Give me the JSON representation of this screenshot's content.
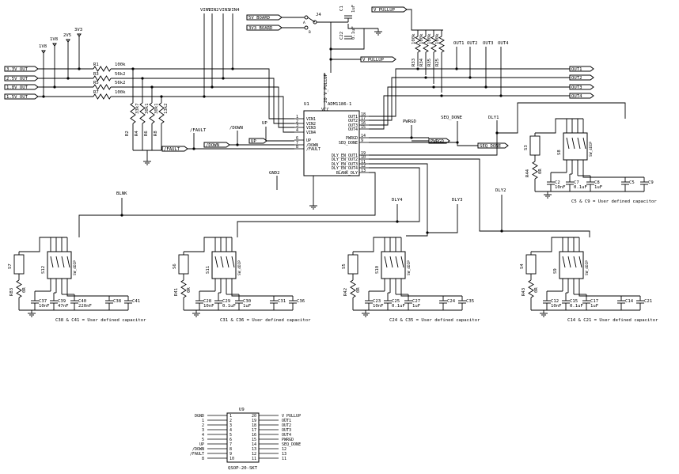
{
  "u1": {
    "ref": "U1",
    "part": "ADM1186-1",
    "vcc": "VCC",
    "pins_left": [
      {
        "num": "1",
        "name": "VIN1"
      },
      {
        "num": "2",
        "name": "VIN2"
      },
      {
        "num": "3",
        "name": "VIN3"
      },
      {
        "num": "4",
        "name": "VIN4"
      },
      {
        "num": "6",
        "name": "UP"
      },
      {
        "num": "7",
        "name": "/DOWN"
      },
      {
        "num": "8",
        "name": "/FAULT"
      },
      {
        "num": "",
        "name": "GND"
      }
    ],
    "pins_top": [
      {
        "num": "20",
        "name": "V_PULLUP"
      }
    ],
    "pins_right": [
      {
        "num": "18",
        "name": "OUT1"
      },
      {
        "num": "17",
        "name": "OUT2"
      },
      {
        "num": "16",
        "name": "OUT3"
      },
      {
        "num": "15",
        "name": "OUT4"
      },
      {
        "num": "14",
        "name": "PWRGD"
      },
      {
        "num": "9",
        "name": "SEQ_DONE"
      },
      {
        "num": "19",
        "name": "DLY_EN_OUT1"
      },
      {
        "num": "10",
        "name": "DLY_EN_OUT2"
      },
      {
        "num": "11",
        "name": "DLY_EN_OUT3"
      },
      {
        "num": "12",
        "name": "DLY_EN_OUT4"
      },
      {
        "num": "13",
        "name": "BLANK_DLY"
      }
    ]
  },
  "top_power": {
    "rails": [
      "1V8",
      "1V8",
      "2V5",
      "3V3"
    ],
    "vin": [
      "VIN1",
      "VIN2",
      "VIN3",
      "VIN4"
    ],
    "inputs": [
      "3.3V_OUT",
      "2.5V_OUT",
      "1.8V_OUT",
      "1.5V_OUT"
    ],
    "series_resistors": [
      {
        "ref": "R1",
        "value": "100k"
      },
      {
        "ref": "R3",
        "value": "56k2"
      },
      {
        "ref": "R5",
        "value": "56k2"
      },
      {
        "ref": "R7",
        "value": "100k"
      }
    ],
    "shunt_resistors": [
      {
        "ref": "R2",
        "value": "33k7"
      },
      {
        "ref": "R4",
        "value": "30k1"
      },
      {
        "ref": "R6",
        "value": "30k1"
      },
      {
        "ref": "R8",
        "value": "13k2"
      }
    ],
    "fault_net": "/FAULT",
    "down_net": "/DOWN",
    "up_net": "UP",
    "gnd2": "GND2"
  },
  "header_j4": {
    "ref": "J4",
    "pins": [
      "5V_BOARD",
      "3V3_BOARD"
    ],
    "a": "A",
    "b": "B"
  },
  "decoupling": {
    "c1": {
      "ref": "C1",
      "value": "1uF"
    },
    "c22": {
      "ref": "C22",
      "value": "0.1uF"
    },
    "net": "V_PULLUP"
  },
  "pullups": {
    "refs": [
      "R33",
      "R34",
      "R35",
      "R25"
    ],
    "value": "100k",
    "labels": [
      "OUT1",
      "OUT2",
      "OUT3",
      "OUT4"
    ],
    "net": "V_PULLUP"
  },
  "right_nets": {
    "out": [
      "OUT1",
      "OUT2",
      "OUT3",
      "OUT4"
    ],
    "pwrgd": "PWRGD",
    "seq_done": "SEQ_DONE",
    "dly1": "DLY1",
    "dly2": "DLY2",
    "dly3": "DLY3",
    "dly4": "DLY4",
    "blnk": "BLNK"
  },
  "delay_blocks": [
    {
      "switch": "S3",
      "dip": "S8",
      "dip_label": "SW_4DIP",
      "resistor": "R44",
      "res_value": "0R",
      "caps": [
        {
          "ref": "C2",
          "value": "10nF"
        },
        {
          "ref": "C7",
          "value": "0.1uF"
        },
        {
          "ref": "C8",
          "value": "1uF"
        },
        {
          "ref": "C5",
          "value": ""
        },
        {
          "ref": "C9",
          "value": ""
        }
      ],
      "note": "C5 & C9 = User defined capacitor"
    },
    {
      "switch": "S7",
      "dip": "S12",
      "dip_label": "SW_4DIP",
      "resistor": "R83",
      "res_value": "0R",
      "caps": [
        {
          "ref": "C37",
          "value": "10nF"
        },
        {
          "ref": "C39",
          "value": "47nF"
        },
        {
          "ref": "C40",
          "value": "220nF"
        },
        {
          "ref": "C38",
          "value": ""
        },
        {
          "ref": "C41",
          "value": ""
        }
      ],
      "note": "C38 & C41 = User defined capacitor"
    },
    {
      "switch": "S6",
      "dip": "S11",
      "dip_label": "SW_4DIP",
      "resistor": "R41",
      "res_value": "0R",
      "caps": [
        {
          "ref": "C28",
          "value": "10nF"
        },
        {
          "ref": "C29",
          "value": "0.1uF"
        },
        {
          "ref": "C30",
          "value": "1uF"
        },
        {
          "ref": "C31",
          "value": ""
        },
        {
          "ref": "C36",
          "value": ""
        }
      ],
      "note": "C31 & C36 = User defined capacitor"
    },
    {
      "switch": "S5",
      "dip": "S10",
      "dip_label": "SW_4DIP",
      "resistor": "R42",
      "res_value": "0R",
      "caps": [
        {
          "ref": "C23",
          "value": "10nF"
        },
        {
          "ref": "C25",
          "value": "0.1uF"
        },
        {
          "ref": "C27",
          "value": "1uF"
        },
        {
          "ref": "C24",
          "value": ""
        },
        {
          "ref": "C35",
          "value": ""
        }
      ],
      "note": "C24 & C35 = User defined capacitor"
    },
    {
      "switch": "S4",
      "dip": "S9",
      "dip_label": "SW_4DIP",
      "resistor": "R43",
      "res_value": "0R",
      "caps": [
        {
          "ref": "C12",
          "value": "10nF"
        },
        {
          "ref": "C15",
          "value": "0.1uF"
        },
        {
          "ref": "C17",
          "value": "1uF"
        },
        {
          "ref": "C14",
          "value": ""
        },
        {
          "ref": "C21",
          "value": ""
        }
      ],
      "note": "C14 & C21 = User defined capacitor"
    }
  ],
  "u9": {
    "ref": "U9",
    "package": "QSOP-20-SKT",
    "left_nets": [
      "DGND",
      "1",
      "2",
      "3",
      "4",
      "5",
      "UP",
      "/DOWN",
      "/FAULT",
      "8"
    ],
    "left_nums": [
      "1",
      "2",
      "3",
      "4",
      "5",
      "6",
      "7",
      "8",
      "9",
      "10"
    ],
    "right_nets": [
      "V_PULLUP",
      "OUT1",
      "OUT2",
      "OUT3",
      "OUT4",
      "PWRGD",
      "SEQ_DONE",
      "12",
      "13",
      "11"
    ],
    "right_nums": [
      "20",
      "19",
      "18",
      "17",
      "16",
      "15",
      "14",
      "13",
      "12",
      "11"
    ]
  }
}
